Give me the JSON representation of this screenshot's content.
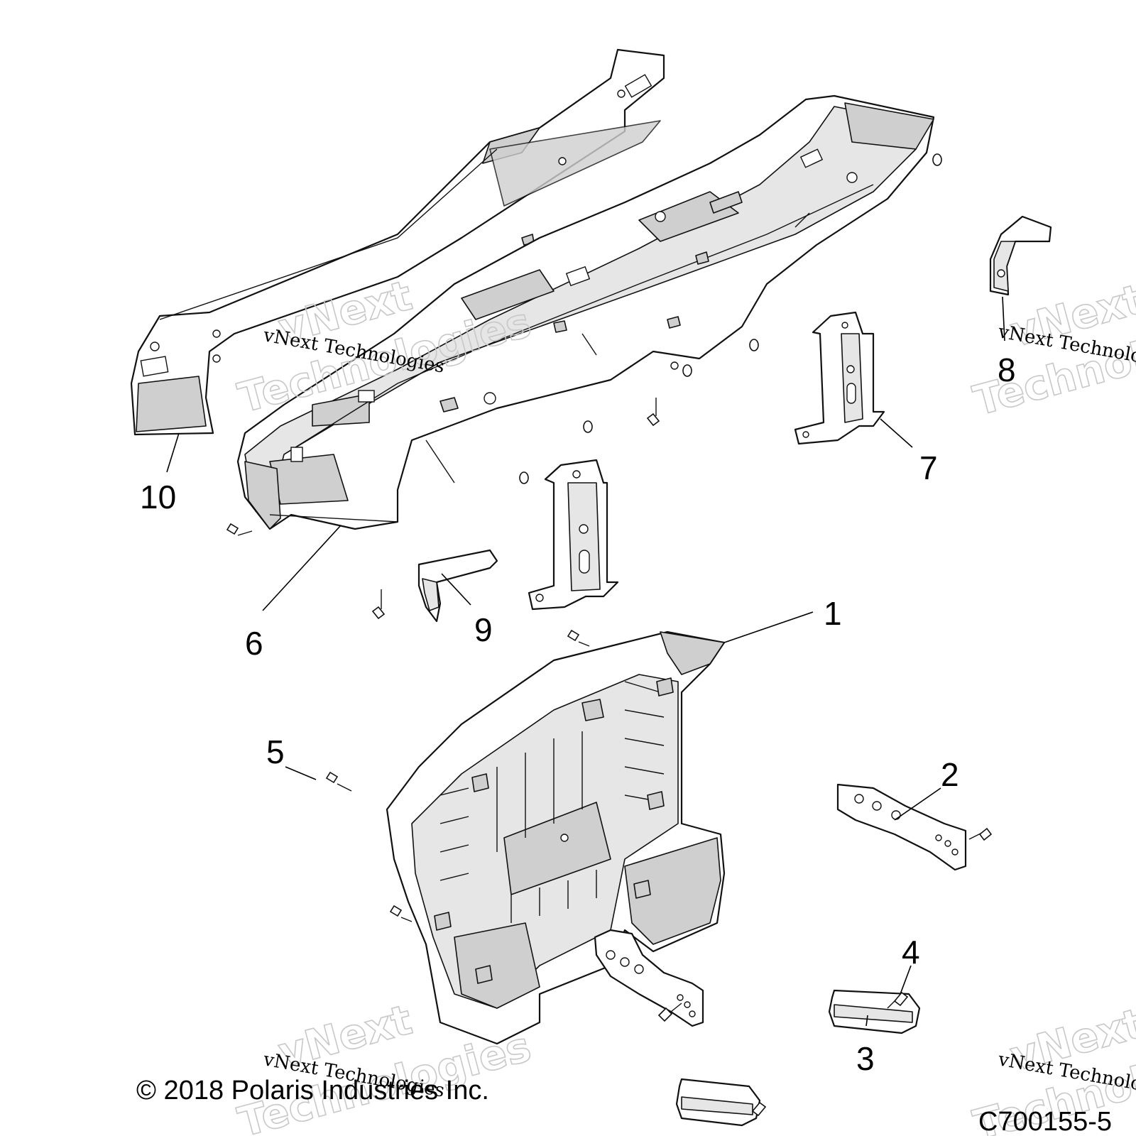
{
  "diagram": {
    "callouts": {
      "c1": "1",
      "c2": "2",
      "c3": "3",
      "c4": "4",
      "c5": "5",
      "c6": "6",
      "c7": "7",
      "c8": "8",
      "c9": "9",
      "c10": "10"
    },
    "watermark": {
      "line": "vNext Technologies",
      "big_word_1": "vNext",
      "big_word_2": "Technologies"
    },
    "footer": {
      "copyright": "© 2018 Polaris Industries Inc.",
      "code": "C700155-5"
    }
  }
}
